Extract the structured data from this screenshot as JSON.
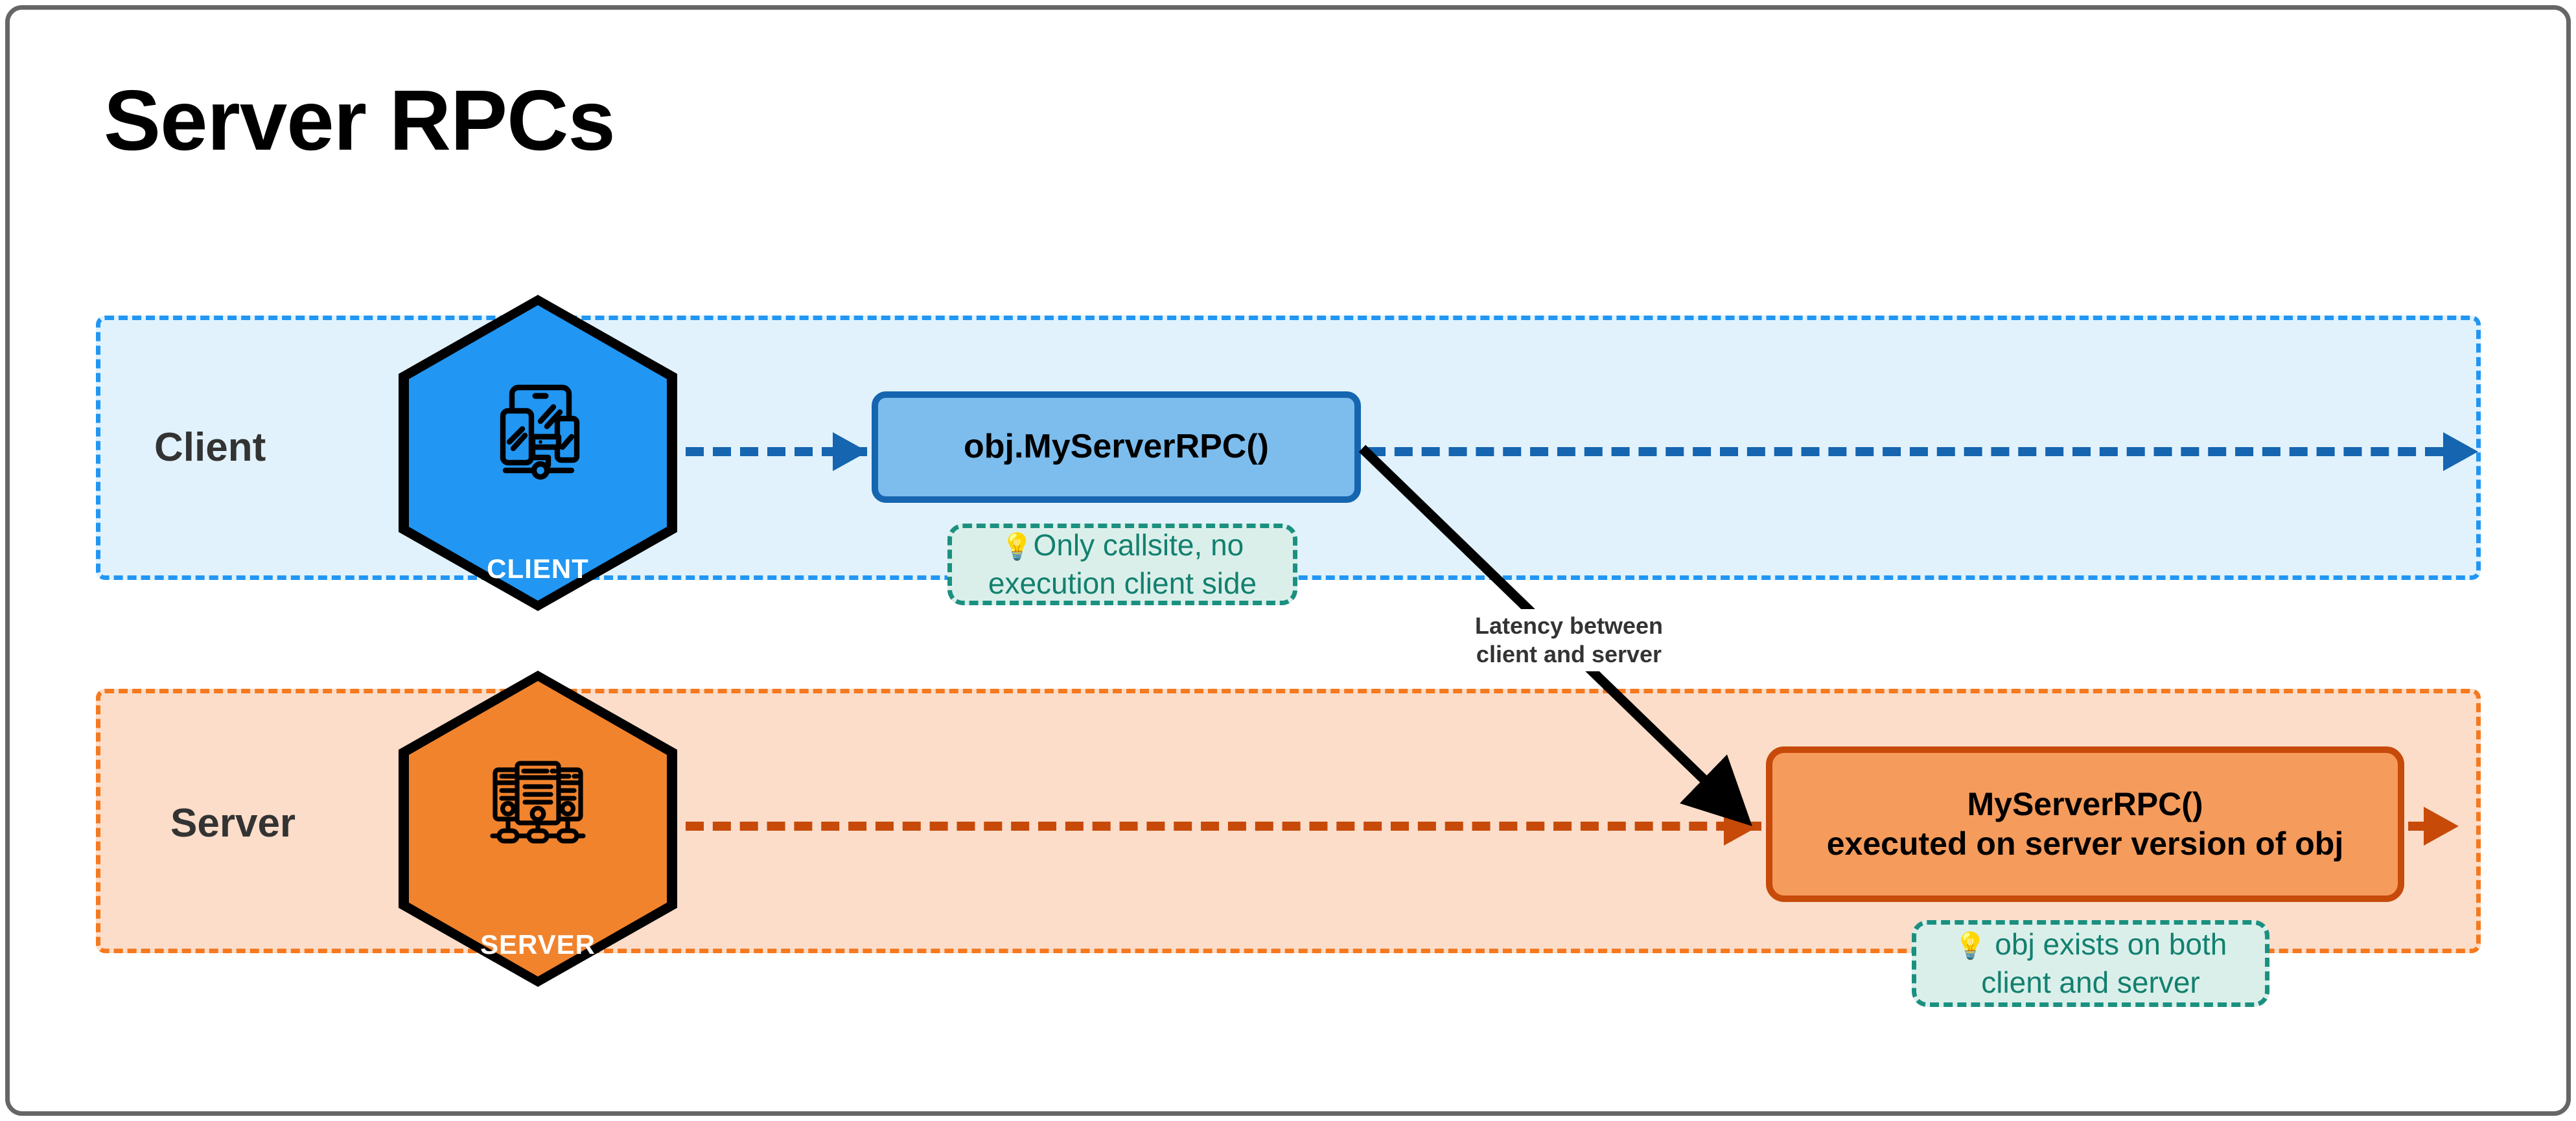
{
  "page": {
    "title": "Server RPCs"
  },
  "lanes": [
    {
      "key": "client",
      "label": "Client",
      "fill": "#E1F2FC",
      "border": "#2196F3",
      "badge": {
        "caption": "CLIENT",
        "icon": "devices-icon",
        "fill": "#2196F3"
      }
    },
    {
      "key": "server",
      "label": "Server",
      "fill": "#FBDDC9",
      "border": "#F4791F",
      "badge": {
        "caption": "SERVER",
        "icon": "server-rack-icon",
        "fill": "#F1832D"
      }
    }
  ],
  "boxes": {
    "client_call": {
      "text": "obj.MyServerRPC()",
      "fill": "#7CBDEE",
      "border": "#1565B0"
    },
    "server_exec": {
      "line1": "MyServerRPC()",
      "line2": "executed on server version of obj",
      "fill": "#F59B5C",
      "border": "#C64A09"
    }
  },
  "notes": [
    {
      "key": "client-note",
      "icon": "lightbulb-icon",
      "glyph": "💡",
      "line1": "Only callsite, no",
      "line2": "execution client side",
      "fill": "#DBEFEA",
      "border": "#1B9080",
      "text_color": "#12806F"
    },
    {
      "key": "server-note",
      "icon": "lightbulb-icon",
      "glyph": "💡",
      "line1": "obj exists on both",
      "line2": "client and server",
      "fill": "#DBEFEA",
      "border": "#1B9080",
      "text_color": "#12806F"
    }
  ],
  "latency": {
    "line1": "Latency between",
    "line2": "client and server",
    "color": "#333333"
  },
  "timeline": {
    "client_arrow_color": "#1565B0",
    "server_arrow_color": "#C74A09"
  }
}
